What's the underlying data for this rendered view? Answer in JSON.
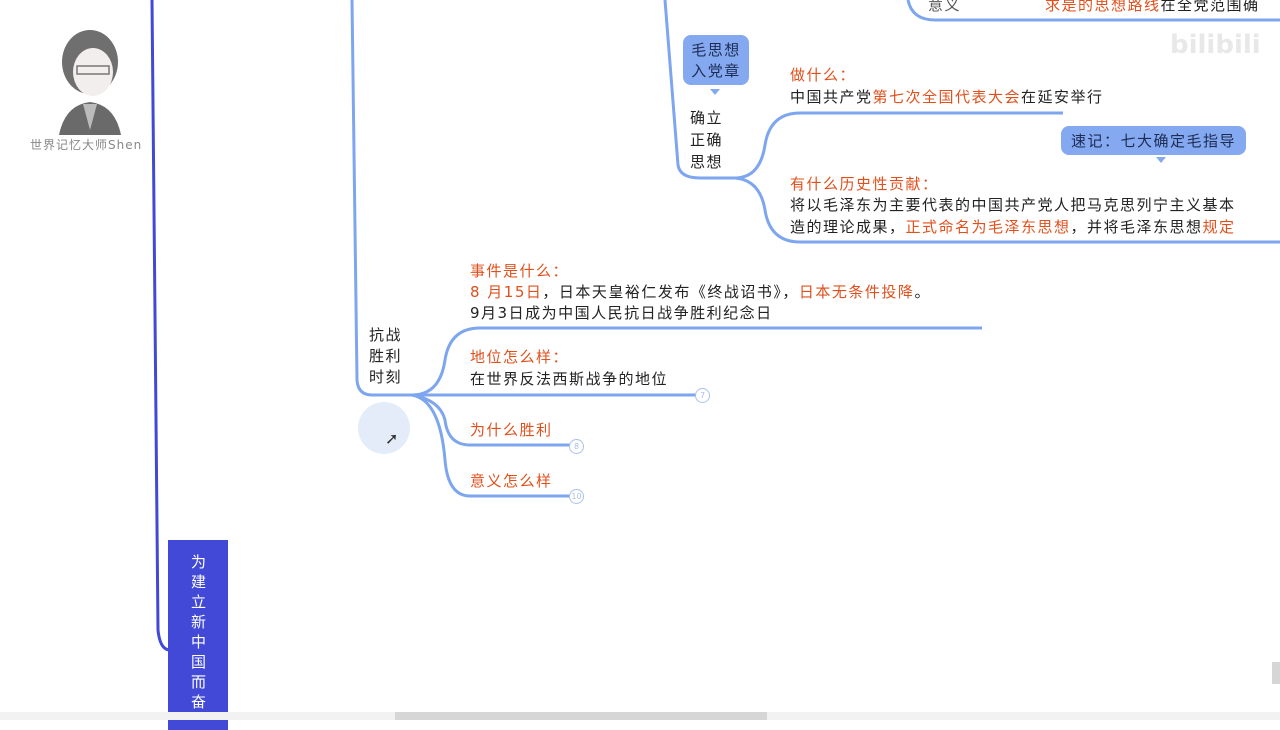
{
  "watermark": {
    "author": "世界记忆大师Shen",
    "site": "bilibili"
  },
  "top": {
    "label": "意义",
    "text_orange": "求是的思想路线",
    "text_dark": "在全党范围确"
  },
  "mao": {
    "tag": "毛思想入党章",
    "tag_lines": [
      "毛思想",
      "入党章"
    ],
    "node_lines": [
      "确立",
      "正确",
      "思想"
    ],
    "what_label": "做什么：",
    "what_pre": "中国共产党",
    "what_orange": "第七次全国代表大会",
    "what_post": "在延安举行",
    "memo": "速记：七大确定毛指导",
    "contrib_label": "有什么历史性贡献：",
    "contrib_line1": "将以毛泽东为主要代表的中国共产党人把马克思列宁主义基本",
    "contrib_line2_pre": "造的理论成果，",
    "contrib_line2_orange": "正式命名为毛泽东思想",
    "contrib_line2_mid": "，并将毛泽东思想",
    "contrib_line2_orange2": "规定"
  },
  "victory": {
    "node_lines": [
      "抗战",
      "胜利",
      "时刻"
    ],
    "event_label": "事件是什么：",
    "event_date": "8 月15日",
    "event_mid": "，日本天皇裕仁发布《终战诏书》，",
    "event_orange": "日本无条件投降",
    "event_end": "。",
    "event_line2": "9月3日成为中国人民抗日战争胜利纪念日",
    "status_label": "地位怎么样：",
    "status_text": "在世界反法西斯战争的地位",
    "status_badge": "7",
    "why_label": "为什么胜利",
    "why_badge": "8",
    "meaning_label": "意义怎么样",
    "meaning_badge": "10"
  },
  "main_node": "为建立新中国而奋",
  "colors": {
    "branch": "#7ea6ef",
    "main": "#4149d6",
    "orange": "#e0501c"
  }
}
